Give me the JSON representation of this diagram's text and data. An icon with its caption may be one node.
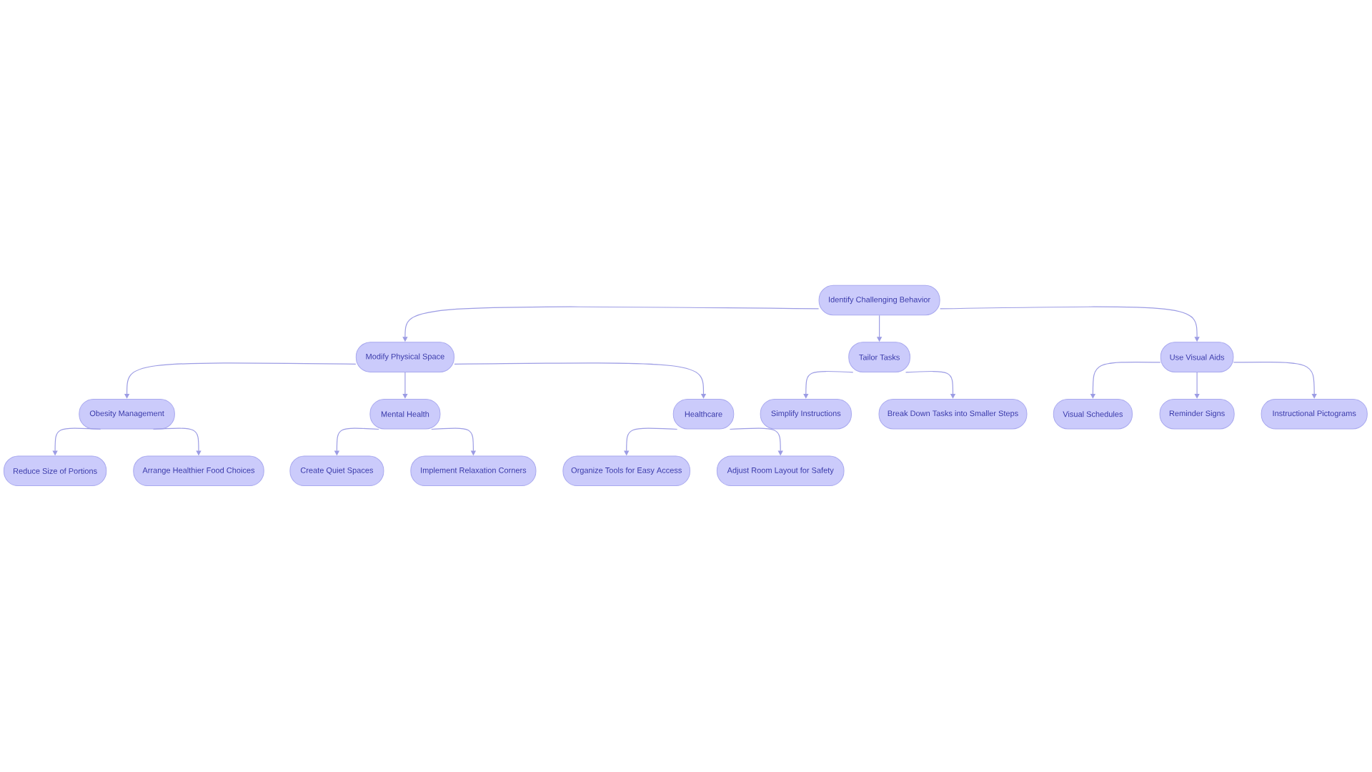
{
  "diagram": {
    "nodes": [
      {
        "text": [
          "Identify Challenging Behavior"
        ]
      },
      {
        "text": [
          "Modify Physical Space"
        ]
      },
      {
        "text": [
          "Tailor Tasks"
        ]
      },
      {
        "text": [
          "Use Visual Aids"
        ]
      },
      {
        "text": [
          "Obesity Management"
        ]
      },
      {
        "text": [
          "Mental Health"
        ]
      },
      {
        "text": [
          "Healthcare"
        ]
      },
      {
        "text": [
          "Simplify Instructions"
        ]
      },
      {
        "text": [
          "Break Down Tasks into Smaller Steps"
        ]
      },
      {
        "text": [
          "Visual Schedules"
        ]
      },
      {
        "text": [
          "Reminder Signs"
        ]
      },
      {
        "text": [
          "Instructional Pictograms"
        ]
      },
      {
        "text": [
          "Reduce Size of Portions"
        ]
      },
      {
        "text": [
          "Arrange Healthier Food Choices"
        ]
      },
      {
        "text": [
          "Create Quiet Spaces"
        ]
      },
      {
        "text": [
          "Implement Relaxation Corners"
        ]
      },
      {
        "text": [
          "Organize Tools for Easy Access"
        ]
      },
      {
        "text": [
          "Adjust Room Layout for Safety"
        ]
      }
    ],
    "edges": [
      {
        "from": 0,
        "to": 1,
        "arrow": "to"
      },
      {
        "from": 0,
        "to": 2,
        "arrow": "to"
      },
      {
        "from": 0,
        "to": 3,
        "arrow": "to"
      },
      {
        "from": 1,
        "to": 4,
        "arrow": "to"
      },
      {
        "from": 1,
        "to": 5,
        "arrow": "to"
      },
      {
        "from": 1,
        "to": 6,
        "arrow": "to"
      },
      {
        "from": 2,
        "to": 7,
        "arrow": "to"
      },
      {
        "from": 2,
        "to": 8,
        "arrow": "to"
      },
      {
        "from": 3,
        "to": 9,
        "arrow": "to"
      },
      {
        "from": 3,
        "to": 10,
        "arrow": "to"
      },
      {
        "from": 3,
        "to": 11,
        "arrow": "to"
      },
      {
        "from": 4,
        "to": 12,
        "arrow": "to"
      },
      {
        "from": 4,
        "to": 13,
        "arrow": "to"
      },
      {
        "from": 5,
        "to": 14,
        "arrow": "to"
      },
      {
        "from": 5,
        "to": 15,
        "arrow": "to"
      },
      {
        "from": 6,
        "to": 16,
        "arrow": "to"
      },
      {
        "from": 6,
        "to": 17,
        "arrow": "to"
      }
    ]
  }
}
